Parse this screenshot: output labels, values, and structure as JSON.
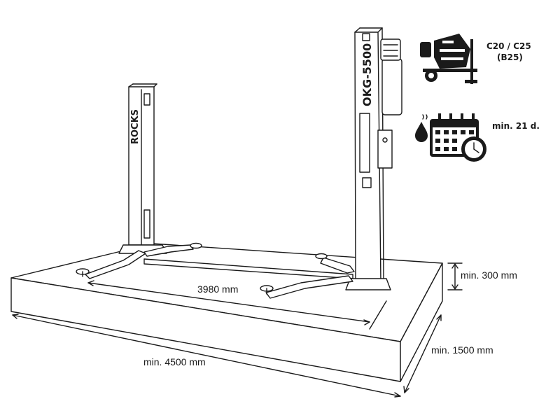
{
  "lift": {
    "model_label": "OKG-5500",
    "brand_label": "ROCKS"
  },
  "dimensions": {
    "arm_span": "3980 mm",
    "length": "min. 4500 mm",
    "width": "min. 1500 mm",
    "depth": "min. 300 mm"
  },
  "requirements": {
    "concrete_grade": "C20 / C25",
    "concrete_grade_alt": "(B25)",
    "curing_time": "min. 21 d."
  },
  "icons": {
    "concrete": "concrete-mixer-icon",
    "water": "water-drop-icon",
    "calendar": "calendar-clock-icon"
  },
  "colors": {
    "line": "#1a1a1a",
    "background": "#ffffff"
  }
}
